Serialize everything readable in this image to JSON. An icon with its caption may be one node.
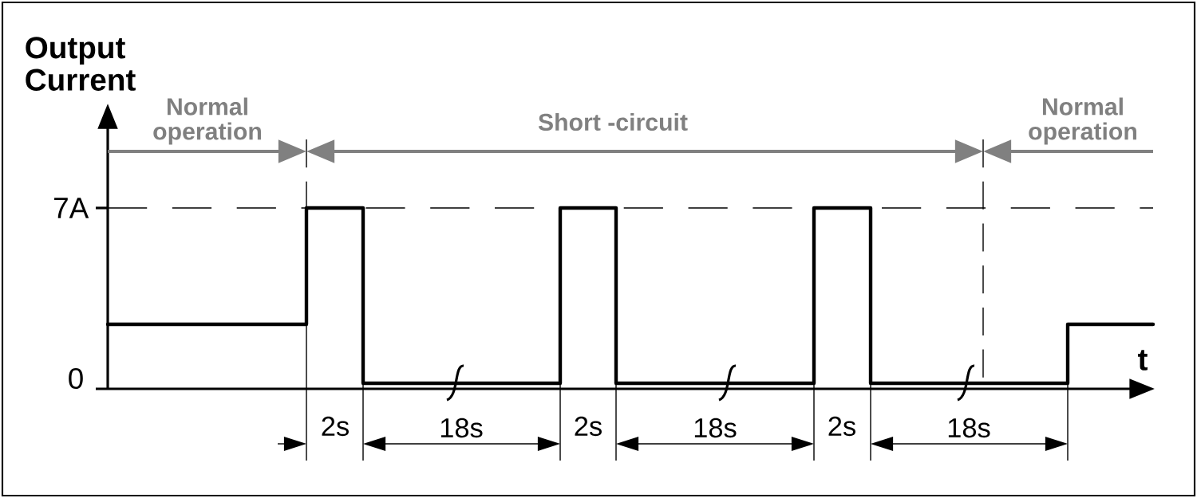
{
  "diagram": {
    "labels": [
      "Output Current",
      "Normal operation",
      "Short -circuit",
      "Normal operation",
      "7A",
      "t",
      "0",
      "2s",
      "18s",
      "2s",
      "18s",
      "2s",
      "18s"
    ]
  }
}
